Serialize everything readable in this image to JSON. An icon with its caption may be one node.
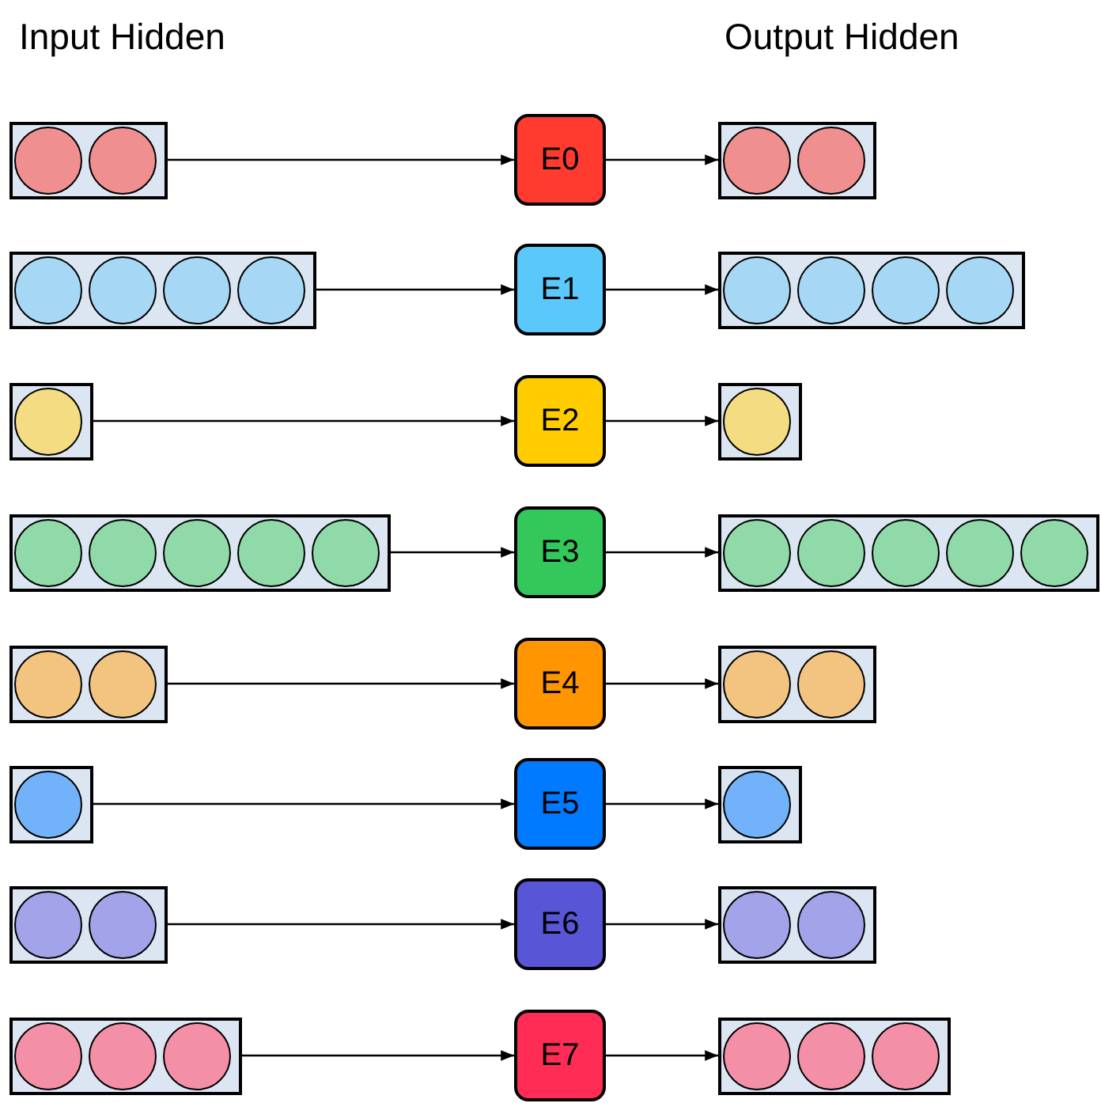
{
  "diagram": {
    "nodes": [
      {
        "text": [],
        "shape": "box"
      },
      {
        "text": [],
        "shape": "circle",
        "in": 0
      },
      {
        "text": [],
        "shape": "circle",
        "in": 0
      },
      {
        "text": [
          "E0"
        ]
      },
      {
        "text": [],
        "shape": "box"
      },
      {
        "text": [],
        "shape": "circle",
        "in": 4
      },
      {
        "text": [],
        "shape": "circle",
        "in": 4
      },
      {
        "text": [],
        "shape": "box"
      },
      {
        "text": [],
        "shape": "circle",
        "in": 7
      },
      {
        "text": [],
        "shape": "circle",
        "in": 7
      },
      {
        "text": [],
        "shape": "circle",
        "in": 7
      },
      {
        "text": [],
        "shape": "circle",
        "in": 7
      },
      {
        "text": [
          "E1"
        ]
      },
      {
        "text": [],
        "shape": "box"
      },
      {
        "text": [],
        "shape": "circle",
        "in": 13
      },
      {
        "text": [],
        "shape": "circle",
        "in": 13
      },
      {
        "text": [],
        "shape": "circle",
        "in": 13
      },
      {
        "text": [],
        "shape": "circle",
        "in": 13
      },
      {
        "text": [],
        "shape": "box"
      },
      {
        "text": [],
        "shape": "circle",
        "in": 18
      },
      {
        "text": [
          "E2"
        ]
      },
      {
        "text": [],
        "shape": "box"
      },
      {
        "text": [],
        "shape": "circle",
        "in": 21
      },
      {
        "text": [],
        "shape": "box"
      },
      {
        "text": [],
        "shape": "circle",
        "in": 23
      },
      {
        "text": [],
        "shape": "circle",
        "in": 23
      },
      {
        "text": [],
        "shape": "circle",
        "in": 23
      },
      {
        "text": [],
        "shape": "circle",
        "in": 23
      },
      {
        "text": [],
        "shape": "circle",
        "in": 23
      },
      {
        "text": [
          "E3"
        ]
      },
      {
        "text": [],
        "shape": "box"
      },
      {
        "text": [],
        "shape": "circle",
        "in": 30
      },
      {
        "text": [],
        "shape": "circle",
        "in": 30
      },
      {
        "text": [],
        "shape": "circle",
        "in": 30
      },
      {
        "text": [],
        "shape": "circle",
        "in": 30
      },
      {
        "text": [],
        "shape": "circle",
        "in": 30
      },
      {
        "text": [],
        "shape": "box"
      },
      {
        "text": [],
        "shape": "circle",
        "in": 36
      },
      {
        "text": [],
        "shape": "circle",
        "in": 36
      },
      {
        "text": [
          "E4"
        ]
      },
      {
        "text": [],
        "shape": "box"
      },
      {
        "text": [],
        "shape": "circle",
        "in": 40
      },
      {
        "text": [],
        "shape": "circle",
        "in": 40
      },
      {
        "text": [],
        "shape": "box"
      },
      {
        "text": [],
        "shape": "circle",
        "in": 43
      },
      {
        "text": [
          "E5"
        ]
      },
      {
        "text": [],
        "shape": "box"
      },
      {
        "text": [],
        "shape": "circle",
        "in": 46
      },
      {
        "text": [],
        "shape": "box"
      },
      {
        "text": [],
        "shape": "circle",
        "in": 48
      },
      {
        "text": [],
        "shape": "circle",
        "in": 48
      },
      {
        "text": [
          "E6"
        ]
      },
      {
        "text": [],
        "shape": "box"
      },
      {
        "text": [],
        "shape": "circle",
        "in": 52
      },
      {
        "text": [],
        "shape": "circle",
        "in": 52
      },
      {
        "text": [],
        "shape": "box"
      },
      {
        "text": [],
        "shape": "circle",
        "in": 55
      },
      {
        "text": [],
        "shape": "circle",
        "in": 55
      },
      {
        "text": [],
        "shape": "circle",
        "in": 55
      },
      {
        "text": [
          "E7"
        ]
      },
      {
        "text": [],
        "shape": "box"
      },
      {
        "text": [],
        "shape": "circle",
        "in": 60
      },
      {
        "text": [],
        "shape": "circle",
        "in": 60
      },
      {
        "text": [],
        "shape": "circle",
        "in": 60
      }
    ],
    "edges": [
      {
        "from": 0,
        "to": 3,
        "arrow": "to"
      },
      {
        "from": 3,
        "to": 4,
        "arrow": "to"
      },
      {
        "from": 7,
        "to": 12,
        "arrow": "to"
      },
      {
        "from": 12,
        "to": 13,
        "arrow": "to"
      },
      {
        "from": 18,
        "to": 20,
        "arrow": "to"
      },
      {
        "from": 20,
        "to": 21,
        "arrow": "to"
      },
      {
        "from": 23,
        "to": 29,
        "arrow": "to"
      },
      {
        "from": 29,
        "to": 30,
        "arrow": "to"
      },
      {
        "from": 36,
        "to": 39,
        "arrow": "to"
      },
      {
        "from": 39,
        "to": 40,
        "arrow": "to"
      },
      {
        "from": 43,
        "to": 45,
        "arrow": "to"
      },
      {
        "from": 45,
        "to": 46,
        "arrow": "to"
      },
      {
        "from": 48,
        "to": 51,
        "arrow": "to"
      },
      {
        "from": 51,
        "to": 52,
        "arrow": "to"
      },
      {
        "from": 55,
        "to": 59,
        "arrow": "to"
      },
      {
        "from": 59,
        "to": 60,
        "arrow": "to"
      }
    ],
    "labels": [
      "Input Hidden",
      "Output Hidden"
    ]
  }
}
